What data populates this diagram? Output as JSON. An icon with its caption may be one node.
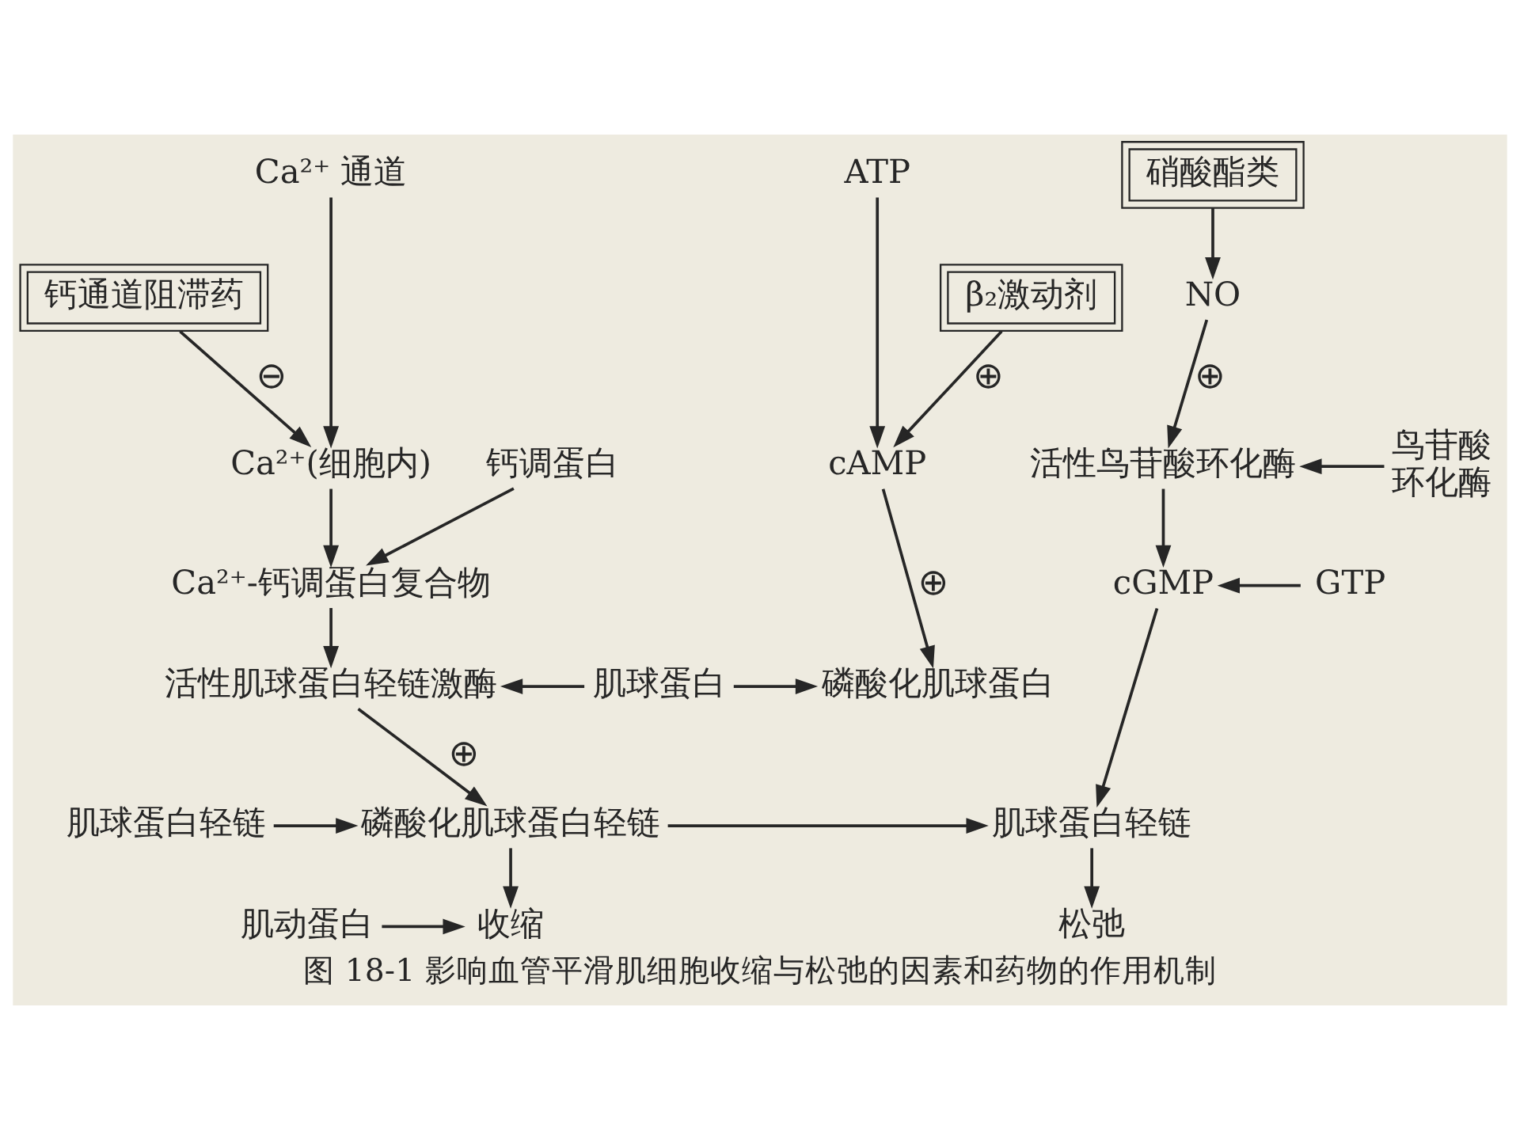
{
  "diagram": {
    "caption": "图 18-1 影响血管平滑肌细胞收缩与松弛的因素和药物的作用机制",
    "nodes": [
      {
        "text": [
          "Ca²⁺ 通道"
        ]
      },
      {
        "text": [
          "钙通道阻滞药"
        ]
      },
      {
        "text": [
          "ATP"
        ]
      },
      {
        "text": [
          "硝酸酯类"
        ]
      },
      {
        "text": [
          "β₂激动剂"
        ]
      },
      {
        "text": [
          "NO"
        ]
      },
      {
        "text": [
          "Ca²⁺(细胞内)"
        ]
      },
      {
        "text": [
          "钙调蛋白"
        ]
      },
      {
        "text": [
          "cAMP"
        ]
      },
      {
        "text": [
          "活性鸟苷酸环化酶"
        ]
      },
      {
        "text": [
          "鸟苷酸环化酶"
        ]
      },
      {
        "text": [
          "Ca²⁺-钙调蛋白复合物"
        ]
      },
      {
        "text": [
          "cGMP"
        ]
      },
      {
        "text": [
          "GTP"
        ]
      },
      {
        "text": [
          "活性肌球蛋白轻链激酶"
        ]
      },
      {
        "text": [
          "肌球蛋白"
        ]
      },
      {
        "text": [
          "磷酸化肌球蛋白"
        ]
      },
      {
        "text": [
          "肌球蛋白轻链"
        ]
      },
      {
        "text": [
          "磷酸化肌球蛋白轻链"
        ]
      },
      {
        "text": [
          "肌球蛋白轻链"
        ]
      },
      {
        "text": [
          "肌动蛋白"
        ]
      },
      {
        "text": [
          "收缩"
        ]
      },
      {
        "text": [
          "松弛"
        ]
      }
    ],
    "edges": [
      {
        "from": 0,
        "to": 6,
        "arrow": "to"
      },
      {
        "from": 1,
        "to": 6,
        "arrow": "to",
        "label": "⊖"
      },
      {
        "from": 2,
        "to": 8,
        "arrow": "to"
      },
      {
        "from": 4,
        "to": 8,
        "arrow": "to",
        "label": "⊕"
      },
      {
        "from": 3,
        "to": 5,
        "arrow": "to"
      },
      {
        "from": 6,
        "to": 11,
        "arrow": "to"
      },
      {
        "from": 7,
        "to": 11,
        "arrow": "to"
      },
      {
        "from": 5,
        "to": 9,
        "arrow": "to",
        "label": "⊕"
      },
      {
        "from": 10,
        "to": 9,
        "arrow": "to"
      },
      {
        "from": 11,
        "to": 14,
        "arrow": "to"
      },
      {
        "from": 15,
        "to": 14,
        "arrow": "to"
      },
      {
        "from": 8,
        "to": 16,
        "arrow": "to",
        "label": "⊕"
      },
      {
        "from": 15,
        "to": 16,
        "arrow": "to"
      },
      {
        "from": 9,
        "to": 12,
        "arrow": "to"
      },
      {
        "from": 13,
        "to": 12,
        "arrow": "to"
      },
      {
        "from": 14,
        "to": 18,
        "arrow": "to",
        "label": "⊕"
      },
      {
        "from": 17,
        "to": 18,
        "arrow": "to"
      },
      {
        "from": 12,
        "to": 19,
        "arrow": "to"
      },
      {
        "from": 18,
        "to": 19,
        "arrow": "to"
      },
      {
        "from": 18,
        "to": 21,
        "arrow": "to"
      },
      {
        "from": 20,
        "to": 21,
        "arrow": "to"
      },
      {
        "from": 19,
        "to": 22,
        "arrow": "to"
      }
    ]
  }
}
